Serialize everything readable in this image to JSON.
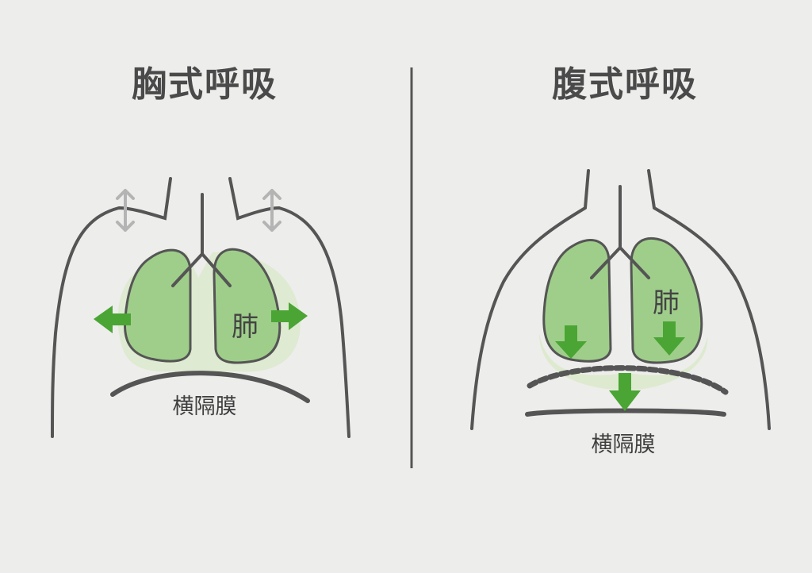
{
  "left_panel": {
    "title": "胸式呼吸",
    "lung_label": "肺",
    "diaphragm_label": "横隔膜"
  },
  "right_panel": {
    "title": "腹式呼吸",
    "lung_label": "肺",
    "diaphragm_label": "横隔膜"
  },
  "colors": {
    "background": "#ededeb",
    "outline": "#555555",
    "lung_fill": "#9fce8a",
    "lung_glow": "#d8e8c8",
    "arrow_green": "#4aa534",
    "arrow_gray": "#b4b4b4"
  },
  "icons": {
    "left_expansion_arrows": "arrow-left-right",
    "left_shoulder_arrows": "arrow-up-down",
    "right_descent_arrows": "arrow-down"
  }
}
